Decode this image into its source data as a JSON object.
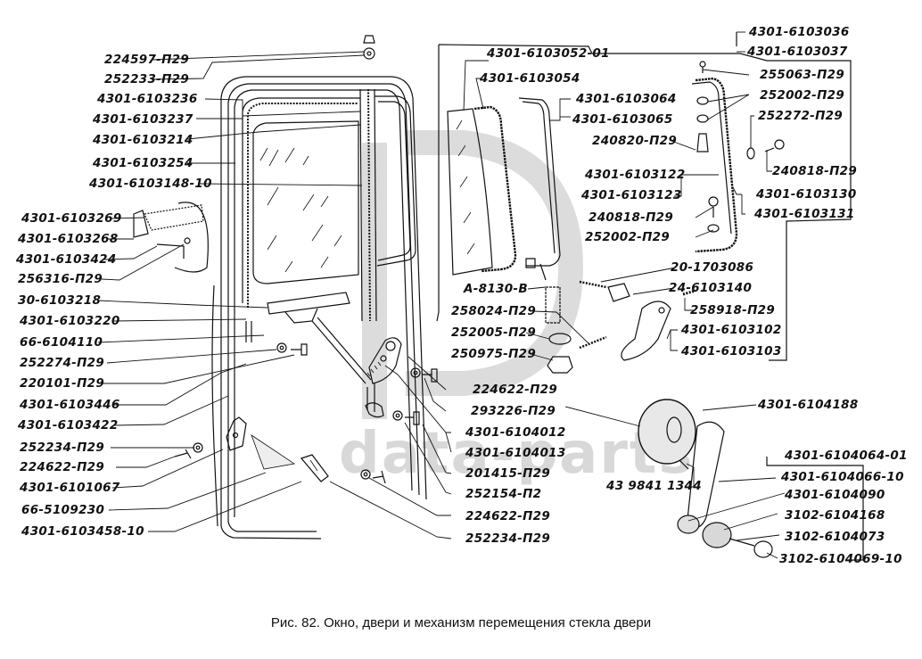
{
  "figure": {
    "caption": "Рис. 82. Окно, двери и механизм перемещения стекла двери",
    "watermark": "data-parts"
  },
  "labels_left": [
    "224597-П29",
    "252233-П29",
    "4301-6103236",
    "4301-6103237",
    "4301-6103214",
    "4301-6103254",
    "4301-6103148-10",
    "4301-6103269",
    "4301-6103268",
    "4301-6103424",
    "256316-П29",
    "30-6103218",
    "4301-6103220",
    "66-6104110",
    "252274-П29",
    "220101-П29",
    "4301-6103446",
    "4301-6103422",
    "252234-П29",
    "224622-П29",
    "4301-6101067",
    "66-5109230",
    "4301-6103458-10"
  ],
  "labels_center": [
    "4301-6103052-01",
    "4301-6103054",
    "4301-6103064",
    "4301-6103065",
    "240820-П29",
    "A-8130-B",
    "258024-П29",
    "252005-П29",
    "250975-П29",
    "224622-П29",
    "293226-П29",
    "4301-6104012",
    "4301-6104013",
    "201415-П29",
    "252154-П2",
    "224622-П29",
    "252234-П29"
  ],
  "labels_right": [
    "4301-6103036",
    "4301-6103037",
    "255063-П29",
    "252002-П29",
    "252272-П29",
    "240818-П29",
    "4301-6103122",
    "4301-6103123",
    "4301-6103130",
    "4301-6103131",
    "240818-П29",
    "252002-П29",
    "20-1703086",
    "24-6103140",
    "258918-П29",
    "4301-6103102",
    "4301-6103103",
    "4301-6104188",
    "43 9841 1344",
    "4301-6104064-01",
    "4301-6104066-10",
    "4301-6104090",
    "3102-6104168",
    "3102-6104073",
    "3102-6104069-10"
  ]
}
